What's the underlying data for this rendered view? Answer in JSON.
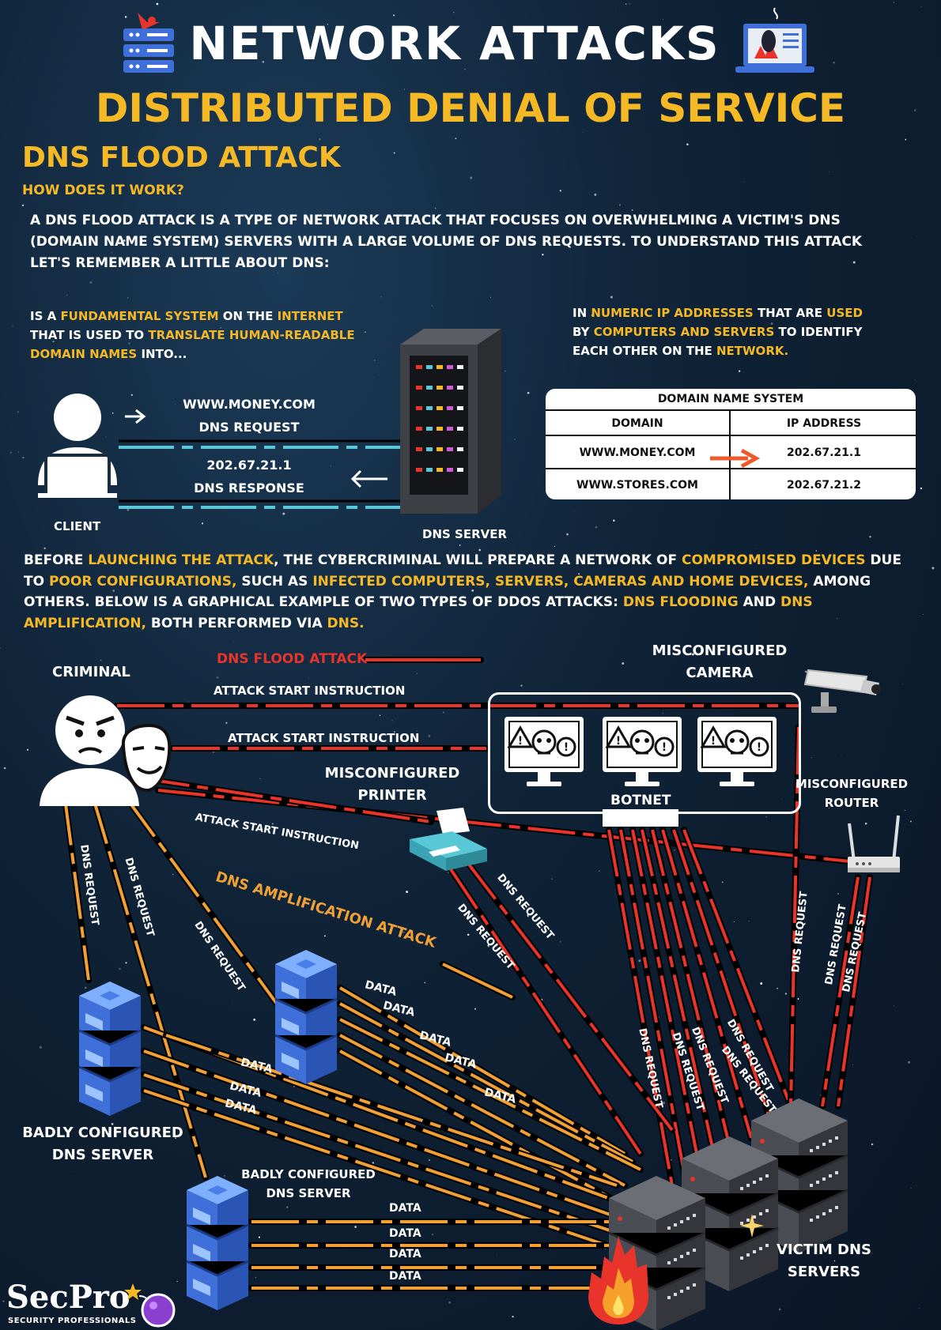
{
  "header": {
    "title": "NETWORK ATTACKS",
    "subtitle": "DISTRIBUTED DENIAL OF SERVICE",
    "section_title": "DNS FLOOD ATTACK",
    "question": "HOW DOES IT WORK?"
  },
  "intro": {
    "line1": "A DNS FLOOD ATTACK IS A TYPE OF NETWORK ATTACK THAT FOCUSES ON OVERWHELMING A VICTIM'S DNS",
    "line2": "(DOMAIN NAME SYSTEM) SERVERS WITH A LARGE VOLUME OF DNS REQUESTS. TO UNDERSTAND THIS ATTACK",
    "line3": "LET'S REMEMBER A LITTLE ABOUT DNS:"
  },
  "dns_left": {
    "l1a": "IS A ",
    "l1b": "FUNDAMENTAL SYSTEM",
    "l1c": " ON THE ",
    "l1d": "INTERNET",
    "l2a": "THAT IS USED TO ",
    "l2b": "TRANSLATE HUMAN-READABLE",
    "l3a": "DOMAIN NAMES",
    "l3b": " INTO..."
  },
  "dns_right": {
    "l1a": "IN ",
    "l1b": "NUMERIC IP ADDRESSES",
    "l1c": " THAT ARE ",
    "l1d": "USED",
    "l2a": "BY ",
    "l2b": "COMPUTERS AND SERVERS",
    "l2c": " TO IDENTIFY",
    "l3a": "EACH OTHER ON THE ",
    "l3b": "NETWORK."
  },
  "flow": {
    "request_domain": "WWW.MONEY.COM",
    "request_label": "DNS REQUEST",
    "response_ip": "202.67.21.1",
    "response_label": "DNS RESPONSE",
    "client": "CLIENT",
    "server": "DNS SERVER"
  },
  "table": {
    "title": "DOMAIN NAME SYSTEM",
    "col_domain": "DOMAIN",
    "col_ip": "IP ADDRESS",
    "rows": [
      {
        "domain": "WWW.MONEY.COM",
        "ip": "202.67.21.1"
      },
      {
        "domain": "WWW.STORES.COM",
        "ip": "202.67.21.2"
      }
    ]
  },
  "before": {
    "l1a": "BEFORE ",
    "l1b": "LAUNCHING THE ATTACK",
    "l1c": ", THE CYBERCRIMINAL WILL PREPARE A NETWORK OF ",
    "l1d": "COMPROMISED DEVICES",
    "l1e": " DUE",
    "l2a": "TO ",
    "l2b": "POOR CONFIGURATIONS,",
    "l2c": " SUCH AS ",
    "l2d": "INFECTED COMPUTERS, SERVERS, CAMERAS AND HOME DEVICES,",
    "l2e": " AMONG",
    "l3a": "OTHERS. BELOW IS A GRAPHICAL EXAMPLE OF TWO TYPES OF DDOS ATTACKS: ",
    "l3b": "DNS FLOODING",
    "l3c": " AND ",
    "l3d": "DNS",
    "l4a": "AMPLIFICATION,",
    "l4b": " BOTH PERFORMED VIA ",
    "l4c": "DNS."
  },
  "diagram": {
    "flood_legend": "DNS FLOOD ATTACK",
    "criminal": "CRIMINAL",
    "camera_l1": "MISCONFIGURED",
    "camera_l2": "CAMERA",
    "attack_instruction": "ATTACK START INSTRUCTION",
    "printer_l1": "MISCONFIGURED",
    "printer_l2": "PRINTER",
    "botnet": "BOTNET",
    "router_l1": "MISCONFIGURED",
    "router_l2": "ROUTER",
    "dns_request": "DNS REQUEST",
    "amplification": "DNS AMPLIFICATION ATTACK",
    "data": "DATA",
    "bad_server_l1": "BADLY CONFIGURED",
    "bad_server_l2": "DNS SERVER",
    "victim_l1": "VICTIM DNS",
    "victim_l2": "SERVERS"
  },
  "logo": {
    "name": "SecPro",
    "tagline": "SECURITY PROFESSIONALS"
  },
  "colors": {
    "background": "#0f2236",
    "accent": "#f6b926",
    "flood": "#e8342a",
    "amplification": "#f0a035",
    "link": "#5bc8d8"
  }
}
